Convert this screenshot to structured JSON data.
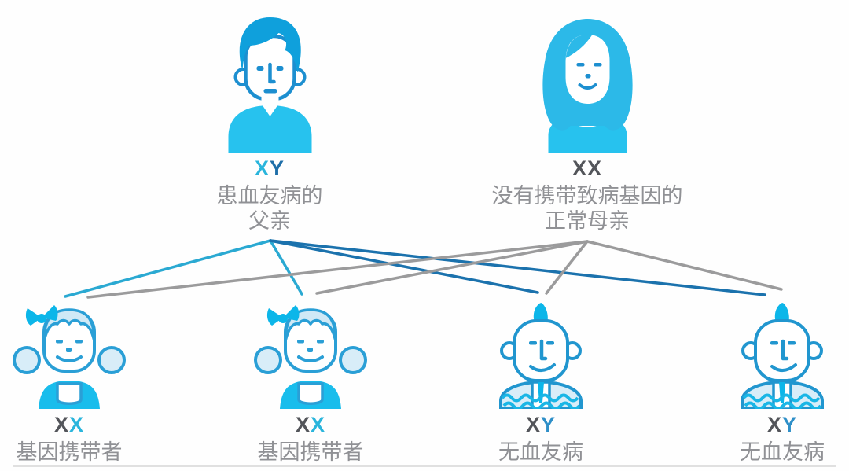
{
  "diagram": {
    "subject": "X-linked hemophilia inheritance pedigree",
    "colors": {
      "carrier_cyan": "#2ab5dc",
      "father_y_blue": "#1e6ea8",
      "son_y_blue": "#2e8fc8",
      "normal_gray_letter": "#53555a",
      "caption_gray": "#909195",
      "line_cyan": "#2aa9d2",
      "line_blue": "#1b72ad",
      "line_gray": "#9b9b9c",
      "avatar_hair_blue": "#0fa0dc",
      "avatar_shirt_cyan": "#27c2ee",
      "avatar_outline_blue": "#2196cf",
      "avatar_pale_fill": "#d8edf8",
      "avatar_accent_cyan": "#0cb6e9"
    },
    "parents": {
      "father": {
        "karyotype": {
          "first": "X",
          "first_color": "#2ab5dc",
          "second": "Y",
          "second_color": "#1e6ea8"
        },
        "caption_line1": "患血友病的",
        "caption_line2": "父亲"
      },
      "mother": {
        "karyotype": {
          "first": "X",
          "first_color": "#53555a",
          "second": "X",
          "second_color": "#53555a"
        },
        "caption_line1": "没有携带致病基因的",
        "caption_line2": "正常母亲"
      }
    },
    "children": [
      {
        "id": "daughter-1",
        "karyotype": {
          "first": "X",
          "first_color": "#53555a",
          "second": "X",
          "second_color": "#2ab5dc"
        },
        "caption": "基因携带者"
      },
      {
        "id": "daughter-2",
        "karyotype": {
          "first": "X",
          "first_color": "#53555a",
          "second": "X",
          "second_color": "#2ab5dc"
        },
        "caption": "基因携带者"
      },
      {
        "id": "son-1",
        "karyotype": {
          "first": "X",
          "first_color": "#53555a",
          "second": "Y",
          "second_color": "#2e8fc8"
        },
        "caption": "无血友病"
      },
      {
        "id": "son-2",
        "karyotype": {
          "first": "X",
          "first_color": "#53555a",
          "second": "Y",
          "second_color": "#2e8fc8"
        },
        "caption": "无血友病"
      }
    ],
    "connections": [
      {
        "from": "father",
        "to": "daughter-1",
        "gene": "X",
        "color": "#2aa9d2"
      },
      {
        "from": "father",
        "to": "daughter-2",
        "gene": "X",
        "color": "#2aa9d2"
      },
      {
        "from": "father",
        "to": "son-1",
        "gene": "Y",
        "color": "#1b72ad"
      },
      {
        "from": "father",
        "to": "son-2",
        "gene": "Y",
        "color": "#1b72ad"
      },
      {
        "from": "mother",
        "to": "daughter-1",
        "gene": "X",
        "color": "#9b9b9c"
      },
      {
        "from": "mother",
        "to": "daughter-2",
        "gene": "X",
        "color": "#9b9b9c"
      },
      {
        "from": "mother",
        "to": "son-1",
        "gene": "X",
        "color": "#9b9b9c"
      },
      {
        "from": "mother",
        "to": "son-2",
        "gene": "X",
        "color": "#9b9b9c"
      }
    ]
  }
}
